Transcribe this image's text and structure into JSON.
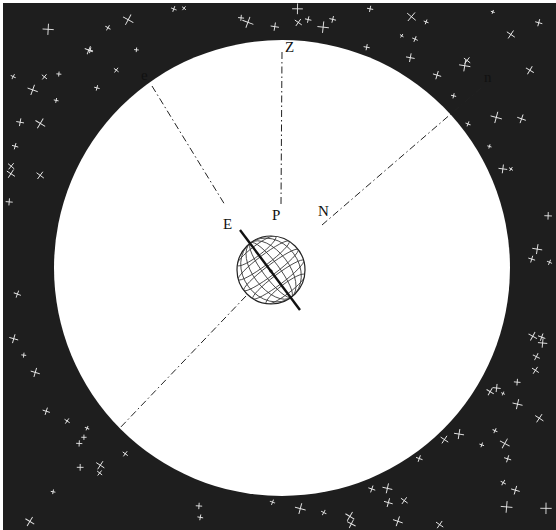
{
  "diagram": {
    "labels": [
      "Z",
      "e",
      "n",
      "E",
      "P",
      "N"
    ]
  }
}
